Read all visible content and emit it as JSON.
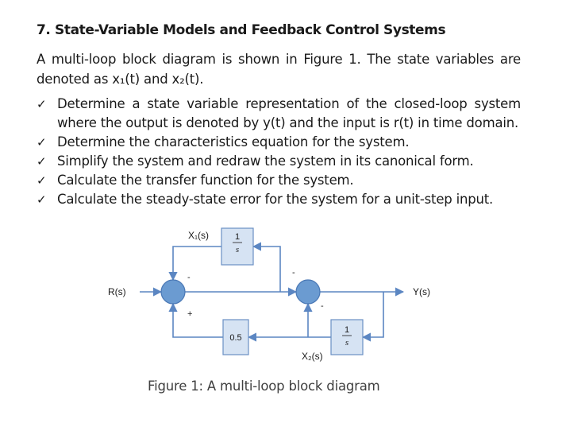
{
  "heading": "7. State-Variable Models and Feedback Control Systems",
  "intro": "A multi-loop block diagram is shown in Figure 1. The state variables are denoted as x₁(t) and x₂(t).",
  "tasks": [
    "Determine a state variable representation of the closed-loop system where the output is denoted by y(t) and the input is r(t) in time domain.",
    "Determine the characteristics equation for the system.",
    "Simplify the system and redraw the system in its canonical form.",
    "Calculate the transfer function for the system.",
    "Calculate the steady-state error for the system for a unit-step input."
  ],
  "check_symbol": "✓",
  "diagram": {
    "input_label": "R(s)",
    "output_label": "Y(s)",
    "x1_label": "X₁(s)",
    "x2_label": "X₂(s)",
    "integrator_num": "1",
    "integrator_den": "s",
    "gain_label": "0.5",
    "sign_minus": "-",
    "sign_plus": "+",
    "colors": {
      "block_fill": "#d6e3f3",
      "block_stroke": "#6a90c4",
      "line": "#5b86c2",
      "junction_fill": "#6b9bd1"
    }
  },
  "caption": "Figure 1: A multi-loop block diagram"
}
